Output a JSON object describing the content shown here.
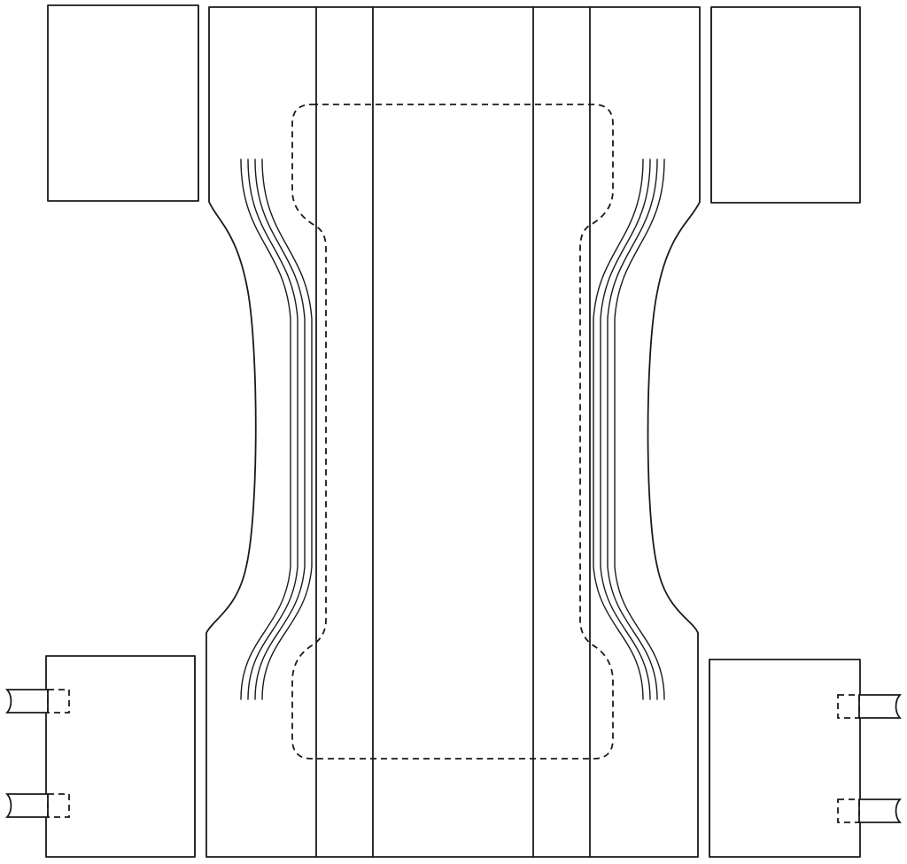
{
  "figure": {
    "kind": "line drawing",
    "line_color": "#1a1a1a",
    "background": "#ffffff",
    "elastic_strands_per_side": 4,
    "fastening_tabs_per_side": 2
  }
}
